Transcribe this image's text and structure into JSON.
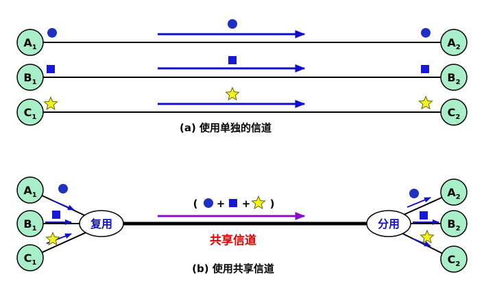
{
  "part_a": {
    "caption": "(a) 使用单独的信道",
    "channels": [
      {
        "left": {
          "letter": "A",
          "sub": "1"
        },
        "right": {
          "letter": "A",
          "sub": "2"
        },
        "symbol": "circle"
      },
      {
        "left": {
          "letter": "B",
          "sub": "1"
        },
        "right": {
          "letter": "B",
          "sub": "2"
        },
        "symbol": "square"
      },
      {
        "left": {
          "letter": "C",
          "sub": "1"
        },
        "right": {
          "letter": "C",
          "sub": "2"
        },
        "symbol": "star"
      }
    ]
  },
  "part_b": {
    "caption": "(b) 使用共享信道",
    "mux_label": "复用",
    "demux_label": "分用",
    "shared_label": "共享信道",
    "formula": {
      "open": "(",
      "plus1": "+",
      "plus2": "+",
      "close": ")"
    },
    "senders": [
      {
        "letter": "A",
        "sub": "1"
      },
      {
        "letter": "B",
        "sub": "1"
      },
      {
        "letter": "C",
        "sub": "1"
      }
    ],
    "receivers": [
      {
        "letter": "A",
        "sub": "2"
      },
      {
        "letter": "B",
        "sub": "2"
      },
      {
        "letter": "C",
        "sub": "2"
      }
    ]
  },
  "colors": {
    "node_fill": "#a8eec8",
    "arrow_blue": "#1010c8",
    "symbol_blue": "#2030c0",
    "star_yellow": "#f2f020",
    "shared_arrow": "#8a10c8",
    "shared_label": "#e00000",
    "mux_label": "#1010c8"
  }
}
